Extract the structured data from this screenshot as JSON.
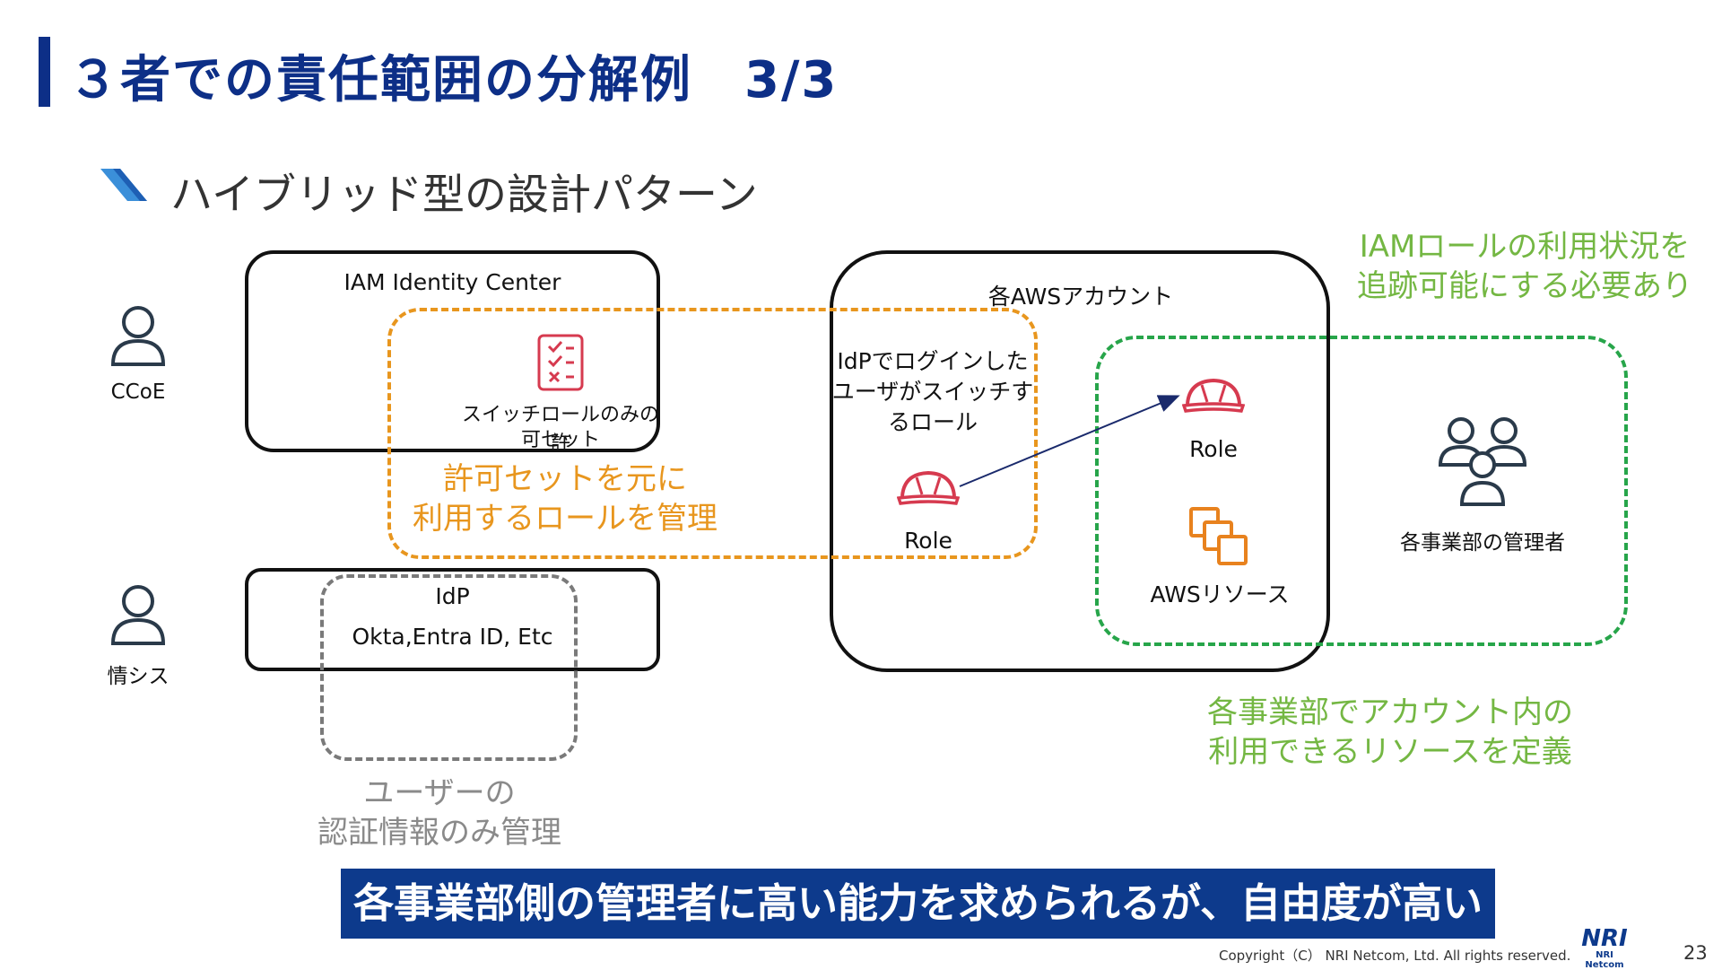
{
  "header": {
    "title": "３者での責任範囲の分解例　3/3",
    "subtitle": "ハイブリッド型の設計パターン"
  },
  "actors": {
    "ccoe": "CCoE",
    "joushisu": "情シス",
    "managers": "各事業部の管理者"
  },
  "identity_center": {
    "title": "IAM Identity Center",
    "permission_set_line1": "スイッチロールのみの許",
    "permission_set_line2": "可セット"
  },
  "idp": {
    "title": "IdP",
    "providers": "Okta,Entra ID, Etc"
  },
  "aws_account": {
    "title": "各AWSアカウント",
    "switch_role_line1": "IdPでログインした",
    "switch_role_line2": "ユーザがスイッチす",
    "switch_role_line3": "るロール",
    "role_left": "Role",
    "role_right": "Role",
    "resources": "AWSリソース"
  },
  "notes": {
    "orange_line1": "許可セットを元に",
    "orange_line2": "利用するロールを管理",
    "green_top_line1": "IAMロールの利用状況を",
    "green_top_line2": "追跡可能にする必要あり",
    "green_bottom_line1": "各事業部でアカウント内の",
    "green_bottom_line2": "利用できるリソースを定義",
    "gray_line1": "ユーザーの",
    "gray_line2": "認証情報のみ管理"
  },
  "banner": "各事業部側の管理者に高い能力を求められるが、自由度が高い",
  "footer": {
    "copyright": "Copyright（C） NRI Netcom, Ltd. All rights reserved.",
    "logo_top": "NRI",
    "logo_bottom": "NRI Netcom",
    "page": "23"
  },
  "colors": {
    "navy": "#0d2f87",
    "orange": "#e8961e",
    "green": "#27a54a",
    "light_green": "#74b743",
    "gray": "#8a8a8a",
    "red": "#d63a4f"
  },
  "icons": [
    "user-icon",
    "checklist-icon",
    "hardhat-role-icon",
    "aws-resources-icon",
    "group-users-icon"
  ]
}
